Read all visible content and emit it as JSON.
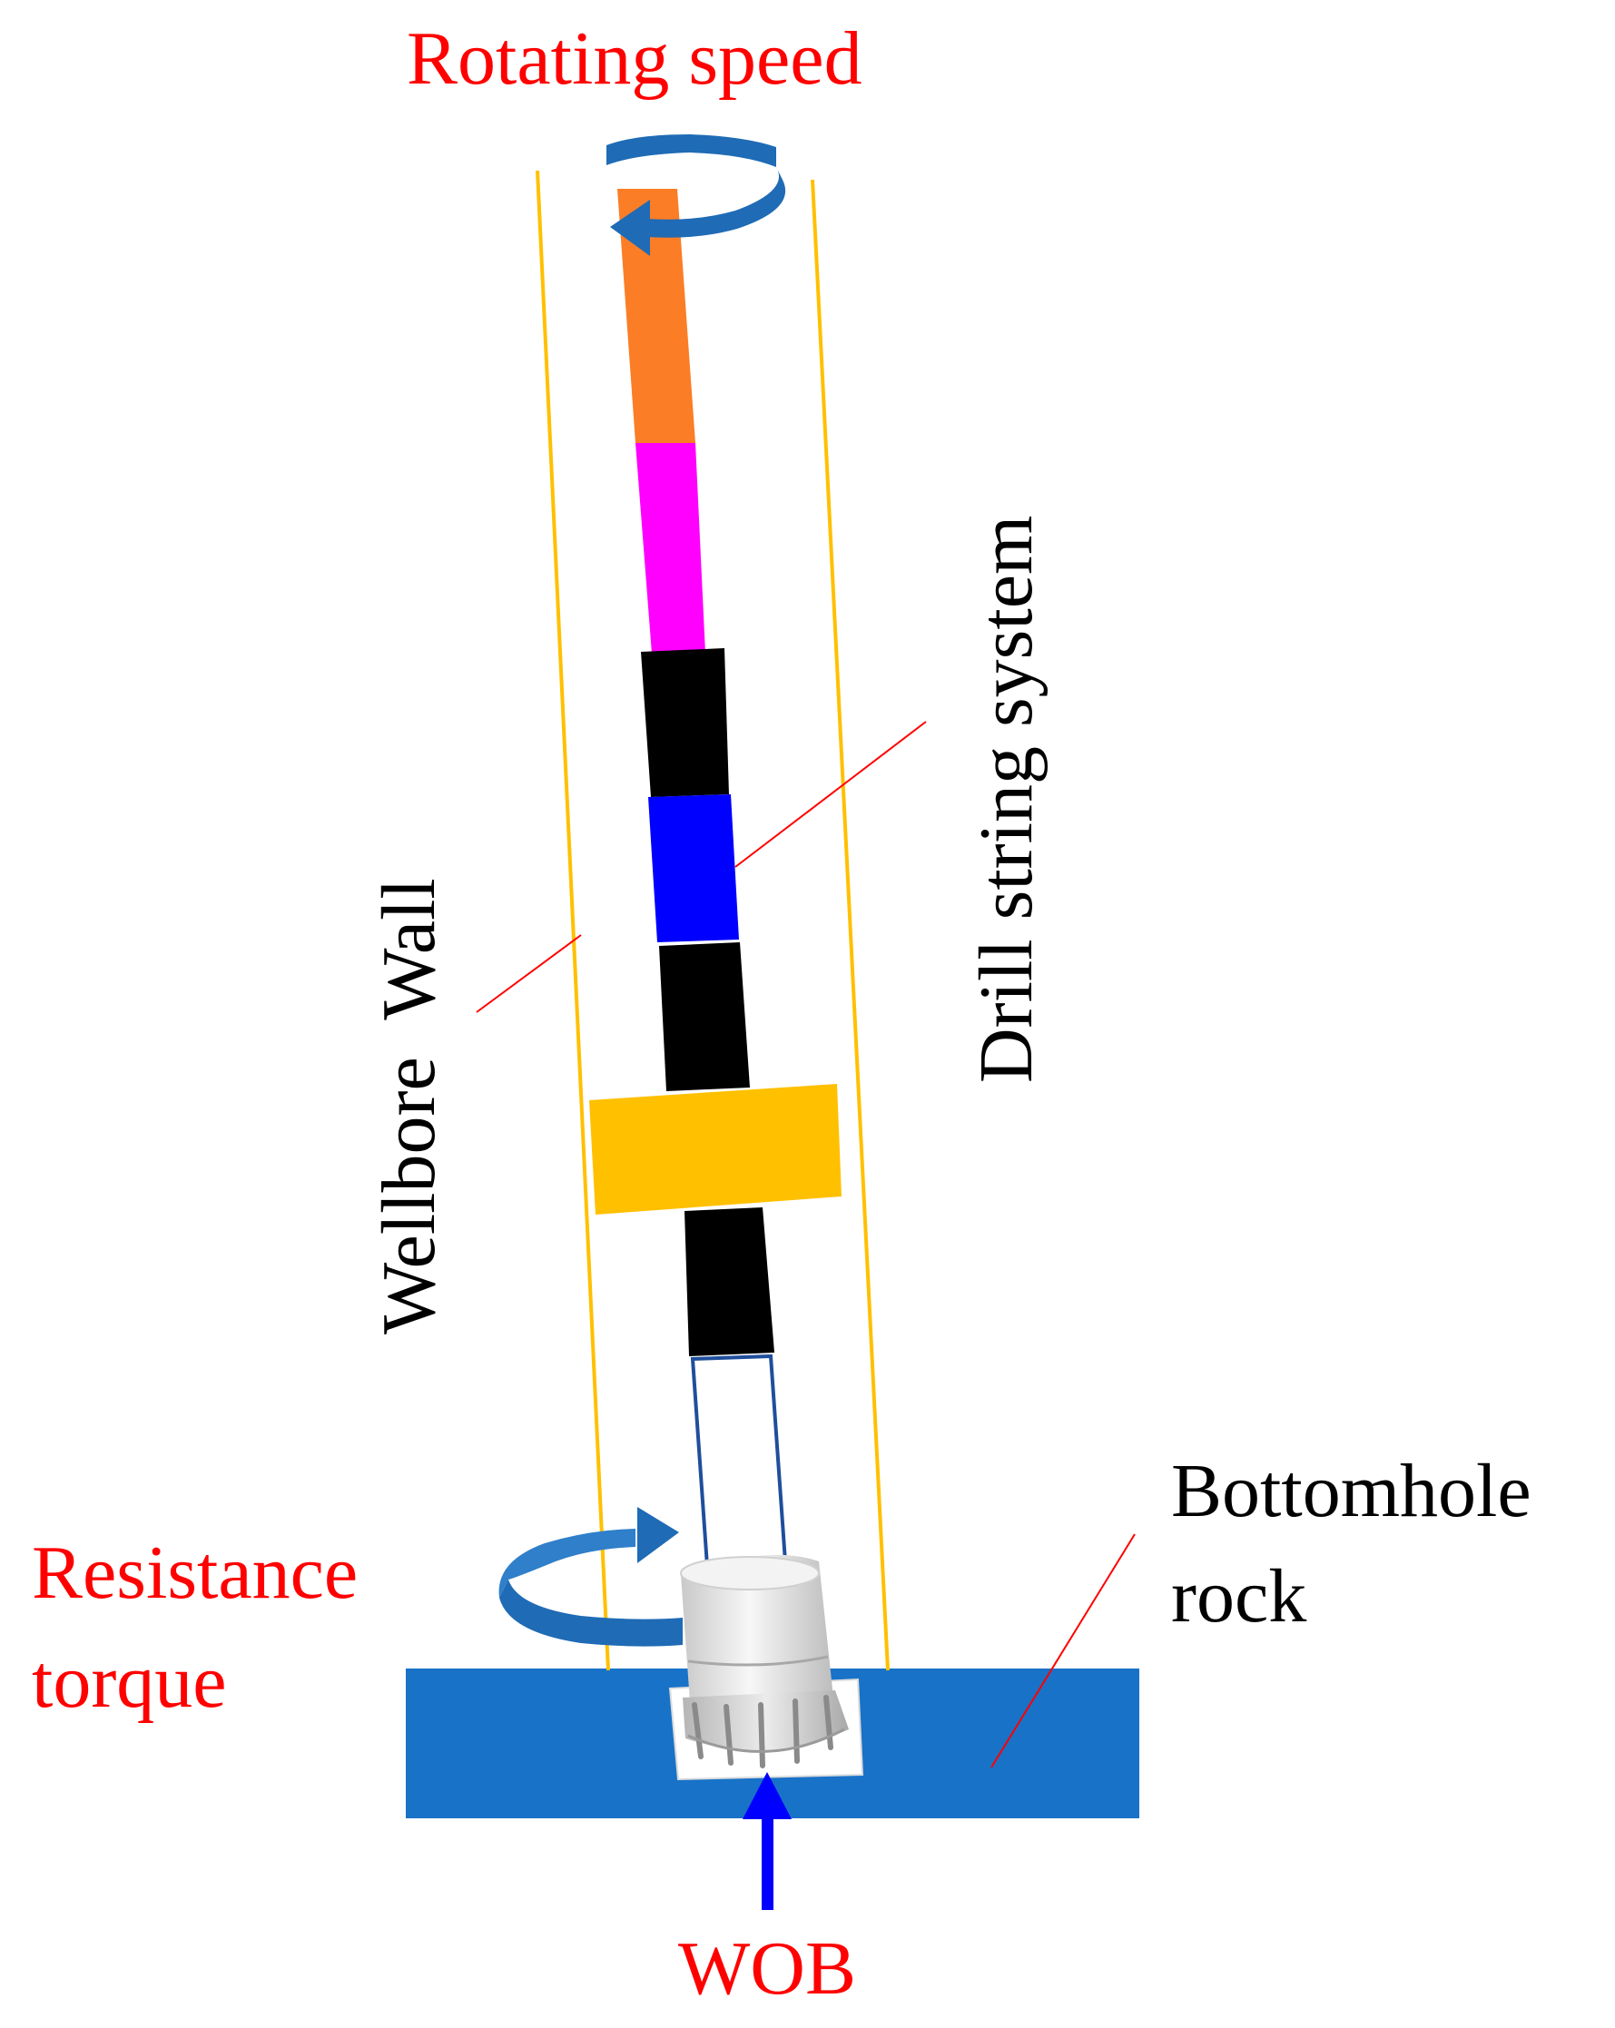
{
  "labels": {
    "rotating_speed": "Rotating speed",
    "drill_string_system": "Drill string system",
    "wellbore_wall": "Wellbore  Wall",
    "bottomhole_line1": "Bottomhole",
    "bottomhole_line2": "rock",
    "resistance_line1": "Resistance",
    "resistance_line2": "torque",
    "wob": "WOB"
  },
  "colors": {
    "label_red": "#ff0000",
    "label_black": "#000000",
    "wall_line": "#ffc000",
    "leader_line": "#ff0000",
    "rotation_arrow": "#1f6bb5",
    "rock": "#1872c8",
    "wob_arrow": "#0000ff",
    "segment_orange": "#fb7d26",
    "segment_magenta": "#ff00ff",
    "segment_black": "#000000",
    "segment_blue": "#0000ff",
    "stabilizer": "#ffc000",
    "bit_sub_outline": "#1f4e9c",
    "bit_body": "#eaeaea"
  },
  "icons": {
    "rotation_top": "rotation-arrow-icon",
    "rotation_bottom": "rotation-arrow-icon",
    "wob": "arrow-up-icon",
    "bit": "drill-bit-icon"
  }
}
